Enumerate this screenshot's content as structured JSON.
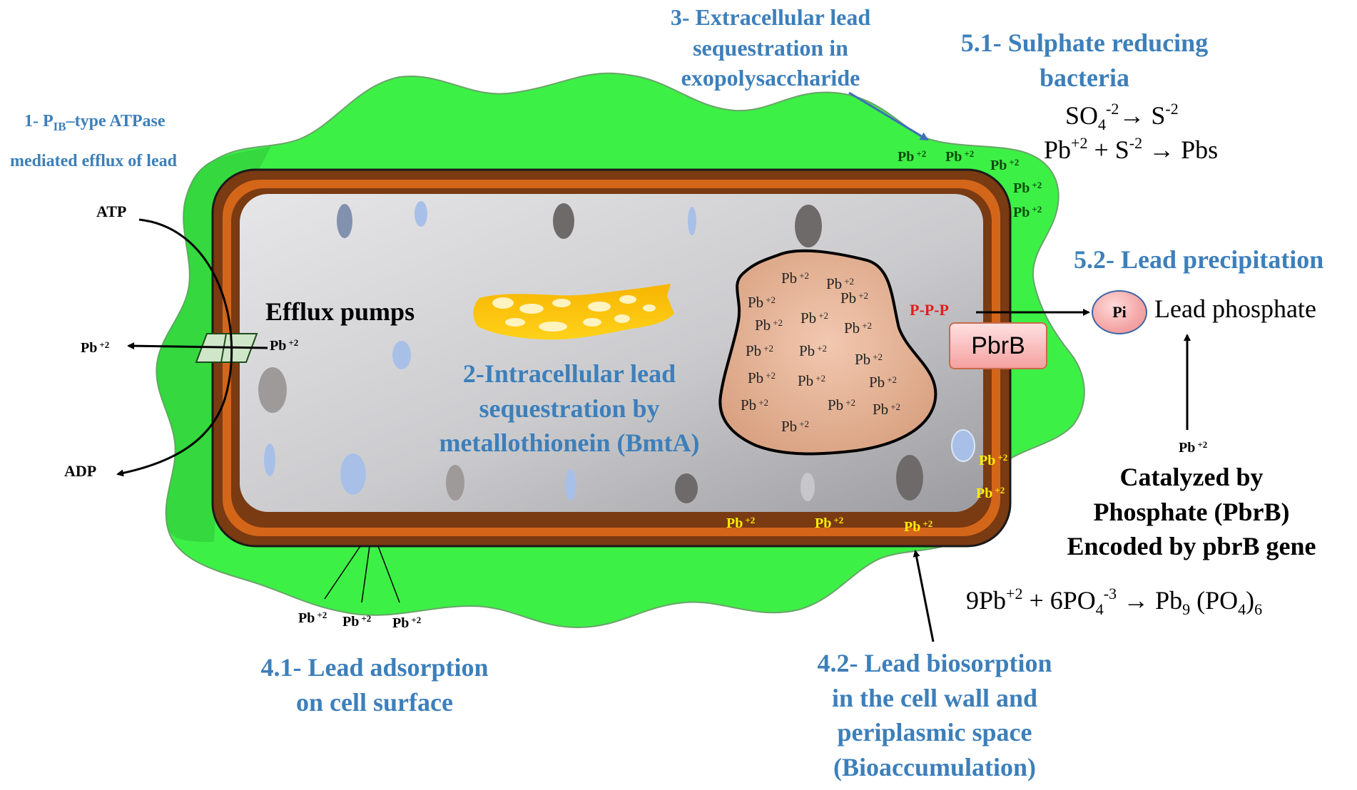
{
  "labels": {
    "patpase_prefix": "1- P",
    "patpase_sub": "IB",
    "patpase_rest": "–type ATPase",
    "patpase_line2": "mediated  efflux of lead",
    "atp": "ATP",
    "adp": "ADP",
    "efflux_pumps": "Efflux pumps",
    "intracellular_line1": "2-Intracellular lead",
    "intracellular_line2": "sequestration by",
    "intracellular_line3": "metallothionein (BmtA)",
    "extracellular_line1": "3- Extracellular lead",
    "extracellular_line2": "sequestration in",
    "extracellular_line3": "exopolysaccharide",
    "srb_line1": "5.1- Sulphate reducing",
    "srb_line2": "bacteria",
    "precip_title": "5.2- Lead precipitation",
    "pi": "Pi",
    "lead_phosphate": "Lead phosphate",
    "ppp": "P-P-P",
    "pbrb": "PbrB",
    "catalyzed_line1": "Catalyzed by",
    "catalyzed_line2": "Phosphate (PbrB)",
    "catalyzed_line3": "Encoded by pbrB gene",
    "adsorption_line1": "4.1- Lead adsorption",
    "adsorption_line2": "on cell surface",
    "biosorption_line1": "4.2- Lead biosorption",
    "biosorption_line2": "in the cell wall and",
    "biosorption_line3": "periplasmic space",
    "biosorption_line4": "(Bioaccumulation)"
  },
  "ion": {
    "pb": "Pb",
    "charge": "+2"
  },
  "equations": {
    "sulfate": {
      "so": "SO",
      "sub4": "4",
      "sup_m2": "-2",
      "arrow": "→ S",
      "sup_s": "-2"
    },
    "pbs": {
      "pb": "Pb",
      "sup_p2": "+2",
      "plus": " + S",
      "sup_m2": "-2",
      "arrow": " → Pbs"
    },
    "phosphate": {
      "nine": "9Pb",
      "sup_p2": "+2",
      "six": " + 6PO",
      "sub4": "4",
      "sup_m3": "-3",
      "arrow": " → Pb",
      "sub9": "9",
      "po": " (PO",
      "sub4b": "4",
      "close": ")",
      "sub6": "6"
    }
  },
  "colors": {
    "label_blue": "#3d7fba",
    "capsule_green": "#3df046",
    "cell_wall_brown": "#7a3a12",
    "cell_wall_orange": "#d4661a",
    "cytoplasm_gray": "#cfcfd2",
    "ppp_red": "#e01e1e",
    "ion_yellow": "#ffee00"
  }
}
